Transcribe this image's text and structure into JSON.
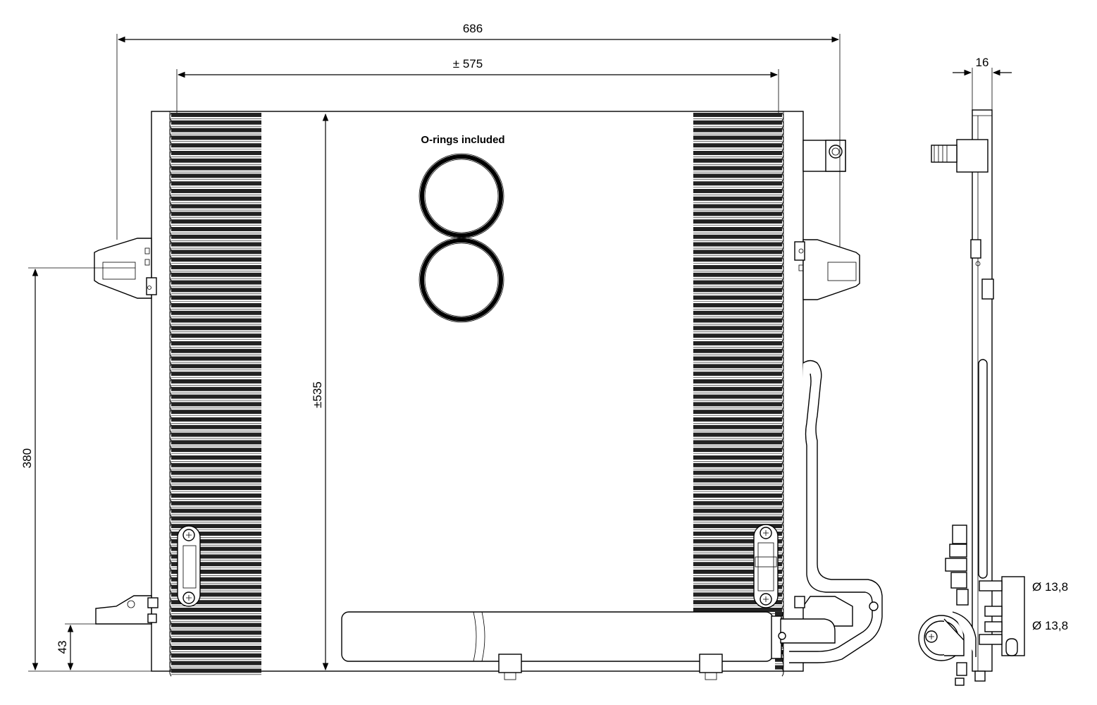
{
  "drawing": {
    "note": "O-rings included",
    "dimensions": {
      "overall_width": "686",
      "core_width": "± 575",
      "core_height": "±535",
      "mount_height": "380",
      "lower_mount_height": "43",
      "depth": "16",
      "pipe_diameter_1": "Ø 13,8",
      "pipe_diameter_2": "Ø 13,8"
    }
  }
}
